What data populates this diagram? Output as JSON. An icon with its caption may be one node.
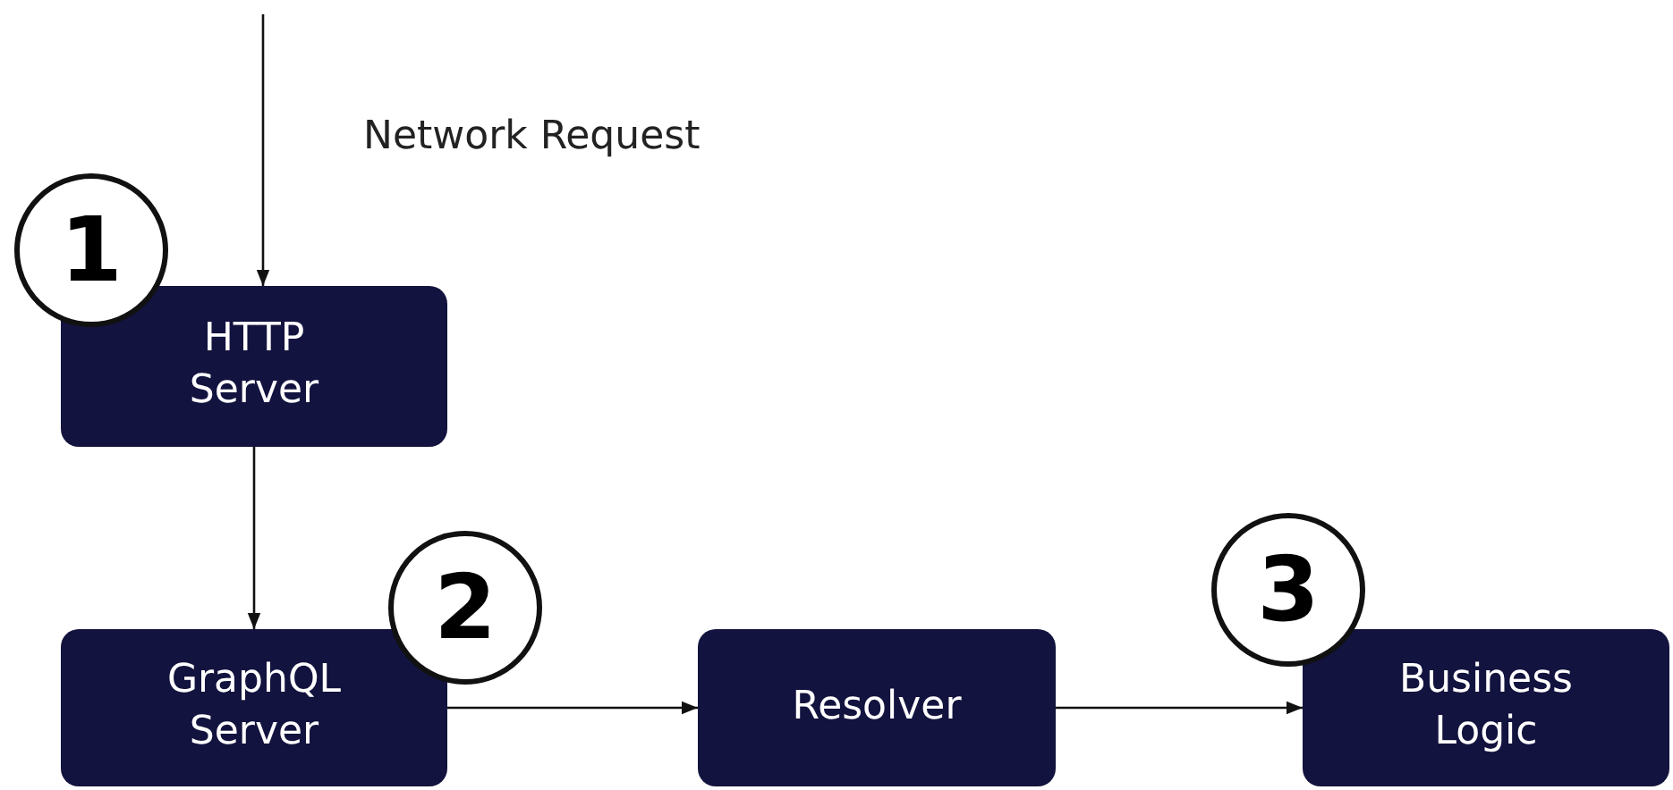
{
  "diagram": {
    "nodes": [
      {
        "text": [
          "1"
        ]
      },
      {
        "text": [
          "HTTP Server"
        ]
      },
      {
        "text": [
          "2"
        ]
      },
      {
        "text": [
          "GraphQL Server"
        ]
      },
      {
        "text": [
          "Resolver"
        ]
      },
      {
        "text": [
          "3"
        ]
      },
      {
        "text": [
          "Business Logic"
        ]
      }
    ],
    "edges": [
      {
        "from": null,
        "to": 1,
        "arrow": "to"
      },
      {
        "from": 1,
        "to": 3,
        "arrow": "to"
      },
      {
        "from": 3,
        "to": 4,
        "arrow": "to"
      },
      {
        "from": 4,
        "to": 6,
        "arrow": "to"
      }
    ],
    "labels": [
      "Network Request"
    ]
  }
}
